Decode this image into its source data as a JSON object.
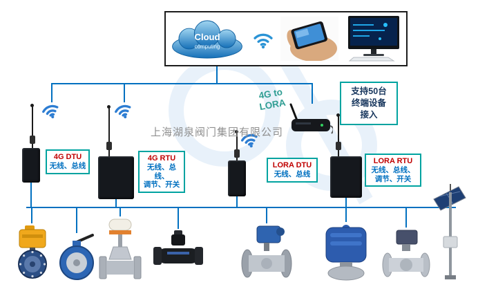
{
  "watermark": {
    "company": "上海湖泉阀门集团有限公司"
  },
  "cloud": {
    "title": "Cloud",
    "subtitle": "computing"
  },
  "gateway": {
    "label_line1": "4G to",
    "label_line2": "LORA"
  },
  "capacity_note": {
    "line1": "支持50台",
    "line2": "终端设备",
    "line3": "接入"
  },
  "devices": [
    {
      "title": "4G DTU",
      "line1": "无线、总线",
      "line2": ""
    },
    {
      "title": "4G RTU",
      "line1": "无线、总线、",
      "line2": "调节、开关"
    },
    {
      "title": "LORA DTU",
      "line1": "无线、总线",
      "line2": ""
    },
    {
      "title": "LORA RTU",
      "line1": "无线、总线、",
      "line2": "调节、开关"
    }
  ],
  "top_box_icons": [
    "cloud-computing",
    "wifi-signal",
    "smartphone-in-hand",
    "desktop-computer"
  ],
  "valve_icons": [
    "butterfly-valve-yellow-electric-actuator",
    "butterfly-valve-blue-lever",
    "gate-valve-pneumatic-actuator",
    "ball-valve-black",
    "flanged-ball-valve-blue-electric-actuator",
    "electric-actuator-blue-gearbox",
    "flanged-ball-valve-electric-actuator",
    "solar-panel-pole-station"
  ],
  "colors": {
    "connector_line": "#0070c0",
    "label_box_border": "#00a3a0",
    "device_title_text": "#c00000",
    "device_desc_text": "#0070c0",
    "gateway_label_text": "#2f9d93",
    "note_text": "#17365d",
    "watermark_text": "#8f8f8f"
  }
}
